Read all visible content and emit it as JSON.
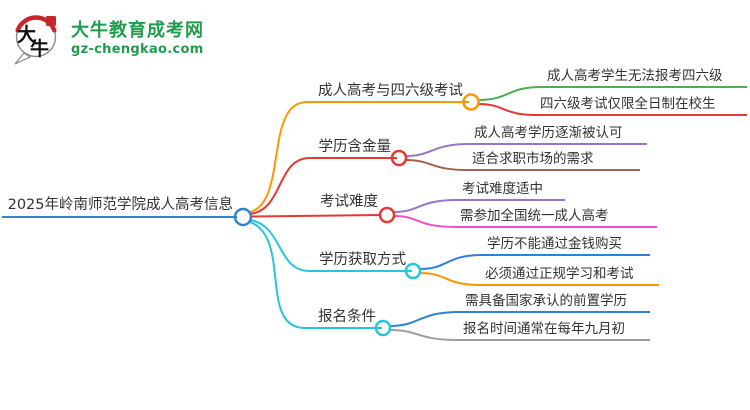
{
  "logo": {
    "mark_char1": "大",
    "mark_char2": "牛",
    "title": "大牛教育成考网",
    "domain": "gz-chengkao.com"
  },
  "mindmap": {
    "root": {
      "label": "2025年岭南师范学院成人高考信息"
    },
    "branches": [
      {
        "label": "成人高考与四六级考试",
        "children": [
          "成人高考学生无法报考四六级",
          "四六级考试仅限全日制在校生"
        ]
      },
      {
        "label": "学历含金量",
        "children": [
          "成人高考学历逐渐被认可",
          "适合求职市场的需求"
        ]
      },
      {
        "label": "考试难度",
        "children": [
          "考试难度适中",
          "需参加全国统一成人高考"
        ]
      },
      {
        "label": "学历获取方式",
        "children": [
          "学历不能通过金钱购买",
          "必须通过正规学习和考试"
        ]
      },
      {
        "label": "报名条件",
        "children": [
          "需具备国家承认的前置学历",
          "报名时间通常在每年九月初"
        ]
      }
    ]
  },
  "colors": {
    "root_line": "#2e86d0",
    "branch1_line": "#ff9800",
    "branch2_line": "#e53935",
    "branch3_line": "#e53935",
    "branch4_line": "#26c6da",
    "branch5_line": "#26c6da",
    "leaf_green": "#4caf50",
    "leaf_red": "#e53935",
    "leaf_purple": "#9575cd",
    "leaf_brown": "#a2634e",
    "leaf_magenta": "#ec4fc8",
    "leaf_blue": "#2f80d9",
    "leaf_orange": "#ff9800",
    "leaf_gray": "#9e9e9e",
    "logo_green": "#1f9d4d",
    "logo_red": "#c9252c",
    "text": "#333333"
  }
}
